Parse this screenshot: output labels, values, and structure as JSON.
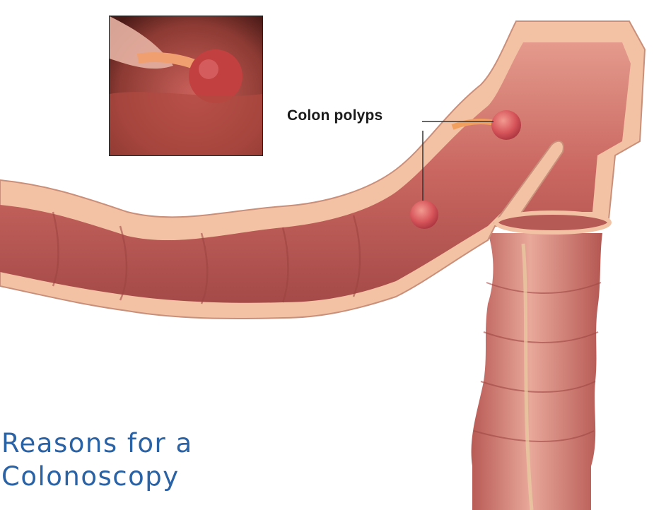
{
  "labels": {
    "callout": "Colon polyps"
  },
  "title": {
    "line1": "Reasons for a",
    "line2": "Colonoscopy"
  },
  "colors": {
    "title_text": "#2a62a6",
    "colon_wall": "#f3c2a4",
    "colon_inner": "#c8655f",
    "polyp": "#d9595b"
  }
}
